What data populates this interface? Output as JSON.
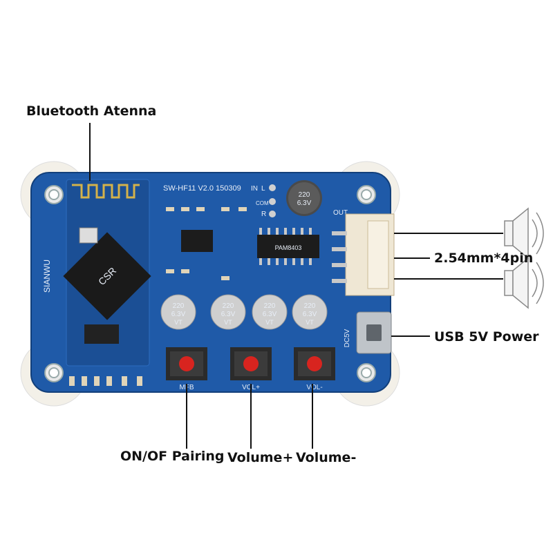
{
  "labels": {
    "antenna": "Bluetooth Atenna",
    "connector": "2.54mm*4pin",
    "usb": "USB 5V Power",
    "btn_mfb": "ON/OF Pairing",
    "btn_volup": "Volume+",
    "btn_voldown": "Volume-"
  },
  "silkscreen": {
    "board_id": "SW-HF11  V2.0  150309",
    "in": "IN",
    "l": "L",
    "com": "COM",
    "r": "R",
    "out": "OUT",
    "dc5v": "DC5V",
    "brand": "SIANWU",
    "mfb": "MFB",
    "volp": "VOL+",
    "volm": "VOL-",
    "chip1": "CSR",
    "chip2": "PAM8403",
    "cap": [
      "220",
      "6.3V",
      "VT"
    ]
  },
  "colors": {
    "pcb": "#1f5aa8",
    "pcb_dark": "#174a8f",
    "solder": "#d9d9d9",
    "button_red": "#d8241f",
    "leader": "#111111"
  }
}
